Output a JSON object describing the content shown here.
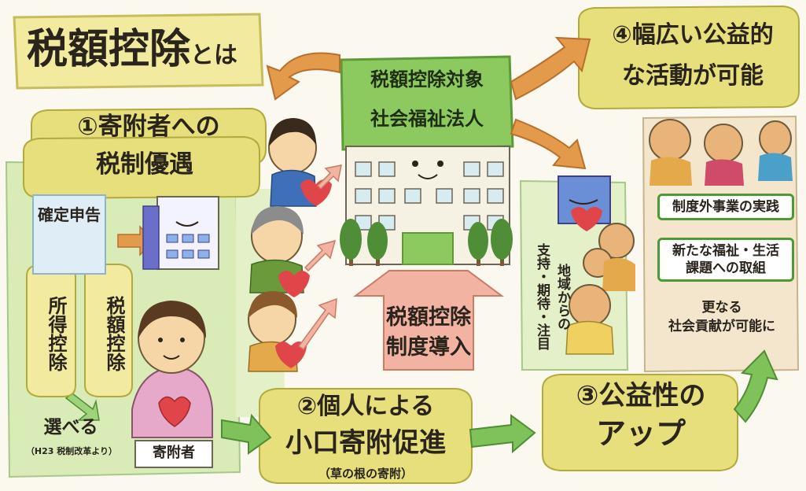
{
  "title": {
    "main": "税額控除",
    "suffix": "とは"
  },
  "sections": {
    "preferential": {
      "line1": "①寄附者への",
      "line2": "税制優遇"
    },
    "small_donations": {
      "line1": "②個人による",
      "line2": "小口寄附促進",
      "note": "（草の根の寄附）"
    },
    "publicness": {
      "line1": "③公益性の",
      "line2": "アップ"
    },
    "activities": {
      "line1": "④幅広い公益的",
      "line2": "な活動が可能"
    }
  },
  "corporation": {
    "line1": "税額控除対象",
    "line2": "社会福祉法人"
  },
  "introduction": {
    "line1": "税額控除",
    "line2": "制度導入"
  },
  "donor_panel": {
    "tax_return": "確定申告",
    "income_deduction": "所得控除",
    "tax_credit": "税額控除",
    "choose": "選べる",
    "reform_note": "（H23 税制改革より）",
    "donor_label": "寄附者"
  },
  "community": {
    "col1": "地域からの",
    "col2": "支持・期待・注目"
  },
  "outcomes": {
    "item1": "制度外事業の実践",
    "item2_line1": "新たな福祉・生活",
    "item2_line2": "課題への取組",
    "more_line1": "更なる",
    "more_line2": "社会貢献が可能に"
  },
  "colors": {
    "yellow": "#efe79a",
    "green": "#d9ecb8",
    "building": "#7fc25a",
    "pink": "#f2b3a3",
    "arrow": "#e39a4a",
    "heart": "#e0454a"
  }
}
